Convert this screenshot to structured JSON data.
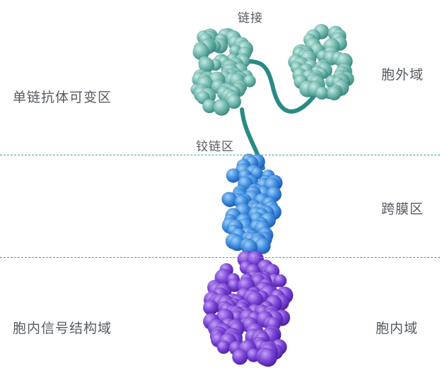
{
  "labels": {
    "linker": "链接",
    "scfv": "单链抗体可变区",
    "extracellular": "胞外域",
    "hinge": "铰链区",
    "transmembrane": "跨膜区",
    "intracellular_signaling": "胞内信号结构域",
    "intracellular": "胞内域"
  },
  "colors": {
    "scfv_domain": "#6fb9ae",
    "linker": "#2a8a86",
    "transmembrane": "#3d86dd",
    "intracellular": "#7a45d6",
    "divider": "#3aa3a0",
    "text": "#555a5f"
  }
}
